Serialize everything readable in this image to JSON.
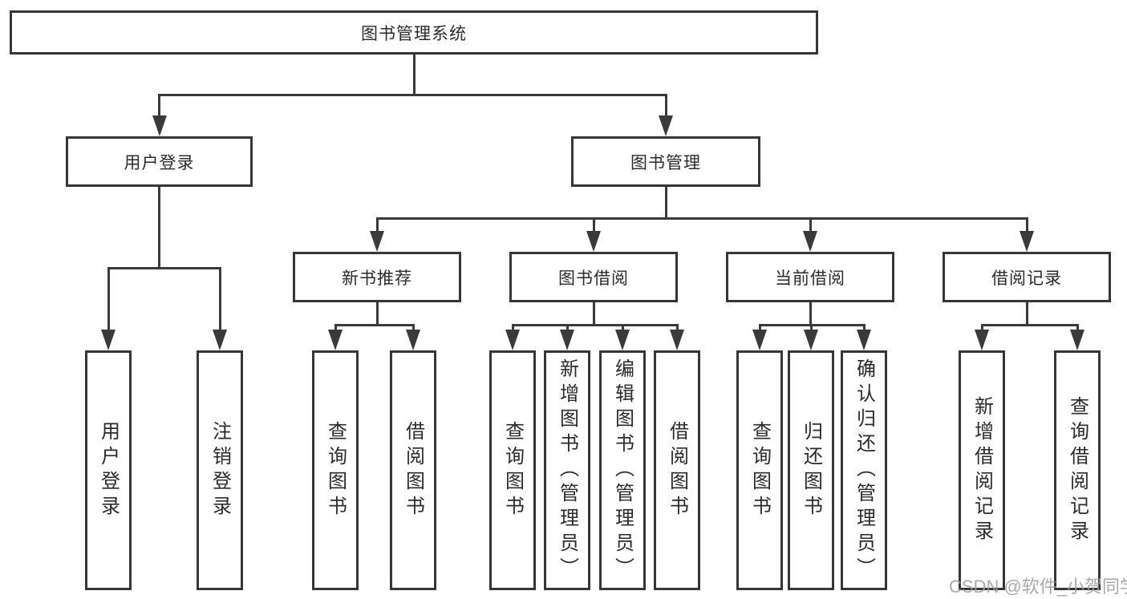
{
  "diagram": {
    "root": {
      "label": "图书管理系统"
    },
    "level2": [
      {
        "label": "用户登录"
      },
      {
        "label": "图书管理"
      }
    ],
    "level3": [
      {
        "label": "新书推荐"
      },
      {
        "label": "图书借阅"
      },
      {
        "label": "当前借阅"
      },
      {
        "label": "借阅记录"
      }
    ],
    "leaves": [
      {
        "label": "用户登录"
      },
      {
        "label": "注销登录"
      },
      {
        "label": "查询图书"
      },
      {
        "label": "借阅图书"
      },
      {
        "label": "查询图书"
      },
      {
        "label": "新增图书（管理员）"
      },
      {
        "label": "编辑图书（管理员）"
      },
      {
        "label": "借阅图书"
      },
      {
        "label": "查询图书"
      },
      {
        "label": "归还图书"
      },
      {
        "label": "确认归还（管理员）"
      },
      {
        "label": "新增借阅记录"
      },
      {
        "label": "查询借阅记录"
      }
    ],
    "watermark": "CSDN @软件_小贺同学",
    "colors": {
      "line": "#3a3a3a",
      "border": "#363636",
      "text": "#2b2b2b",
      "watermark": "#9e9e9e"
    }
  }
}
